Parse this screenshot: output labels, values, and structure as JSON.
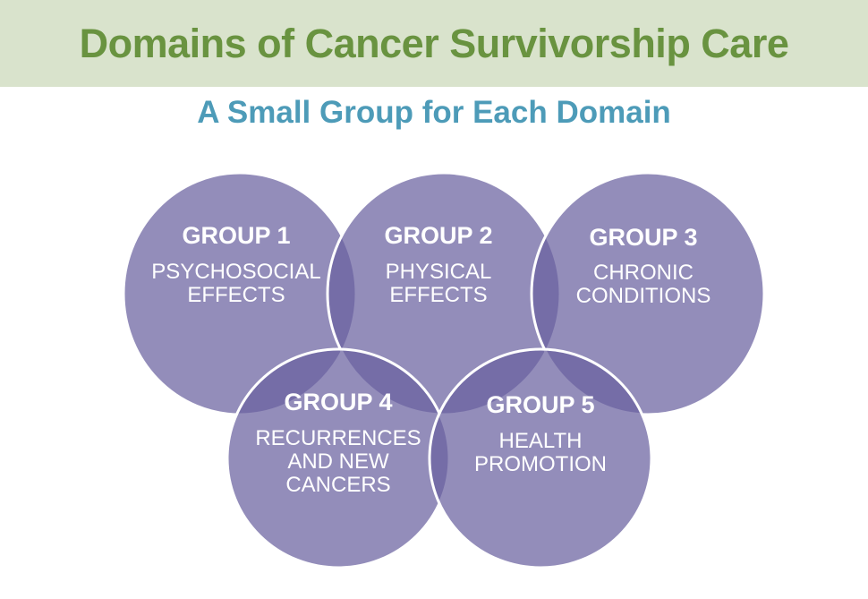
{
  "slide": {
    "title": "Domains of Cancer Survivorship Care",
    "subtitle": "A Small Group for Each Domain"
  },
  "colors": {
    "header_bg": "#d9e3cc",
    "title": "#699340",
    "subtitle": "#4d9bb8",
    "circle_fill": "#6a61a0",
    "circle_stroke": "#ffffff",
    "circle_text": "#ffffff"
  },
  "diagram": {
    "type": "venn",
    "groups": [
      {
        "name": "GROUP 1",
        "lines": [
          "PSYCHOSOCIAL",
          "EFFECTS"
        ]
      },
      {
        "name": "GROUP 2",
        "lines": [
          "PHYSICAL",
          "EFFECTS"
        ]
      },
      {
        "name": "GROUP 3",
        "lines": [
          "CHRONIC",
          "CONDITIONS"
        ]
      },
      {
        "name": "GROUP 4",
        "lines": [
          "RECURRENCES",
          "AND NEW",
          "CANCERS"
        ]
      },
      {
        "name": "GROUP 5",
        "lines": [
          "HEALTH",
          "PROMOTION"
        ]
      }
    ]
  }
}
